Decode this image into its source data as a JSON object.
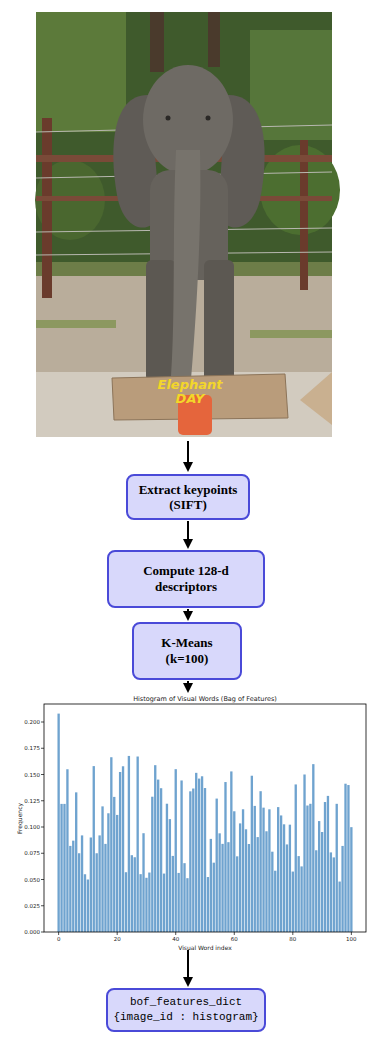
{
  "diagram": {
    "nodes": [
      {
        "text": [
          "Extract keypoints (SIFT)"
        ]
      },
      {
        "text": [
          "Compute 128-d descriptors"
        ]
      },
      {
        "text": [
          "K-Means (k=100)"
        ]
      },
      {
        "text": [
          "Histogram of Visual Words (Bag of Features)",
          "Frequency",
          "Visual Word index"
        ]
      },
      {
        "text": [
          "bof_features_dict",
          "{image_id : histogram}"
        ]
      }
    ],
    "edges": [
      {
        "from": 0,
        "to": 1,
        "arrow": "to"
      },
      {
        "from": 1,
        "to": 2,
        "arrow": "to"
      },
      {
        "from": 2,
        "to": 3,
        "arrow": "to"
      },
      {
        "from": 3,
        "to": 4,
        "arrow": "to"
      }
    ],
    "labels": [
      "Elephant DAY",
      "0.000",
      "0.025",
      "0.050",
      "0.075",
      "0.100",
      "0.125",
      "0.150",
      "0.175",
      "0.200",
      "0",
      "20",
      "40",
      "60",
      "80",
      "100"
    ]
  }
}
